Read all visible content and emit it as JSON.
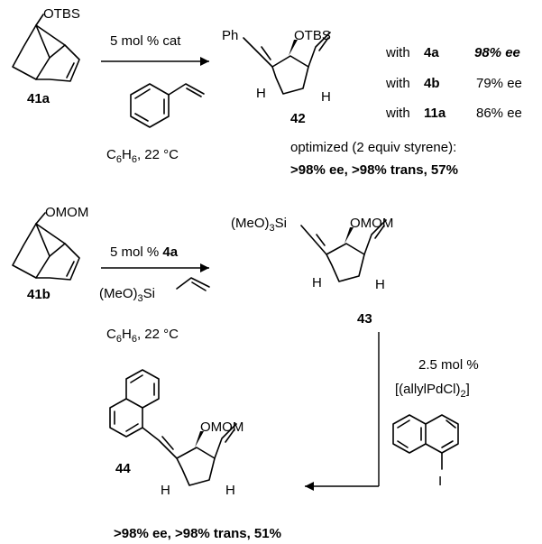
{
  "scheme": {
    "reaction1": {
      "substrate_label": "41a",
      "substrate_group": "OTBS",
      "reagent_catalyst": "5 mol % cat",
      "solvent_conditions": "C6H6, 22 °C",
      "product_label": "42",
      "product_groups": {
        "top": "OTBS",
        "aryl": "Ph",
        "h": "H"
      },
      "catalyst_results": [
        {
          "prefix": "with",
          "catalyst": "4a",
          "ee": "98% ee"
        },
        {
          "prefix": "with",
          "catalyst": "4b",
          "ee": "79% ee"
        },
        {
          "prefix": "with",
          "catalyst": "11a",
          "ee": "86% ee"
        }
      ],
      "optimized_note": "optimized (2 equiv styrene):",
      "optimized_result": ">98% ee, >98% trans, 57%"
    },
    "reaction2": {
      "substrate_label": "41b",
      "substrate_group": "OMOM",
      "reagent_catalyst": "5 mol % 4a",
      "reagent_vinylsilane": "(MeO)3Si",
      "solvent_conditions": "C6H6, 22 °C",
      "product_label": "43",
      "product_groups": {
        "top": "OMOM",
        "silyl": "(MeO)3Si",
        "h": "H"
      }
    },
    "reaction3": {
      "catalyst_loading": "2.5 mol %",
      "catalyst": "[(allylPdCl)2]",
      "iodo": "I",
      "product_label": "44",
      "product_groups": {
        "top": "OMOM",
        "h": "H"
      },
      "result": ">98% ee, >98% trans, 51%"
    }
  }
}
